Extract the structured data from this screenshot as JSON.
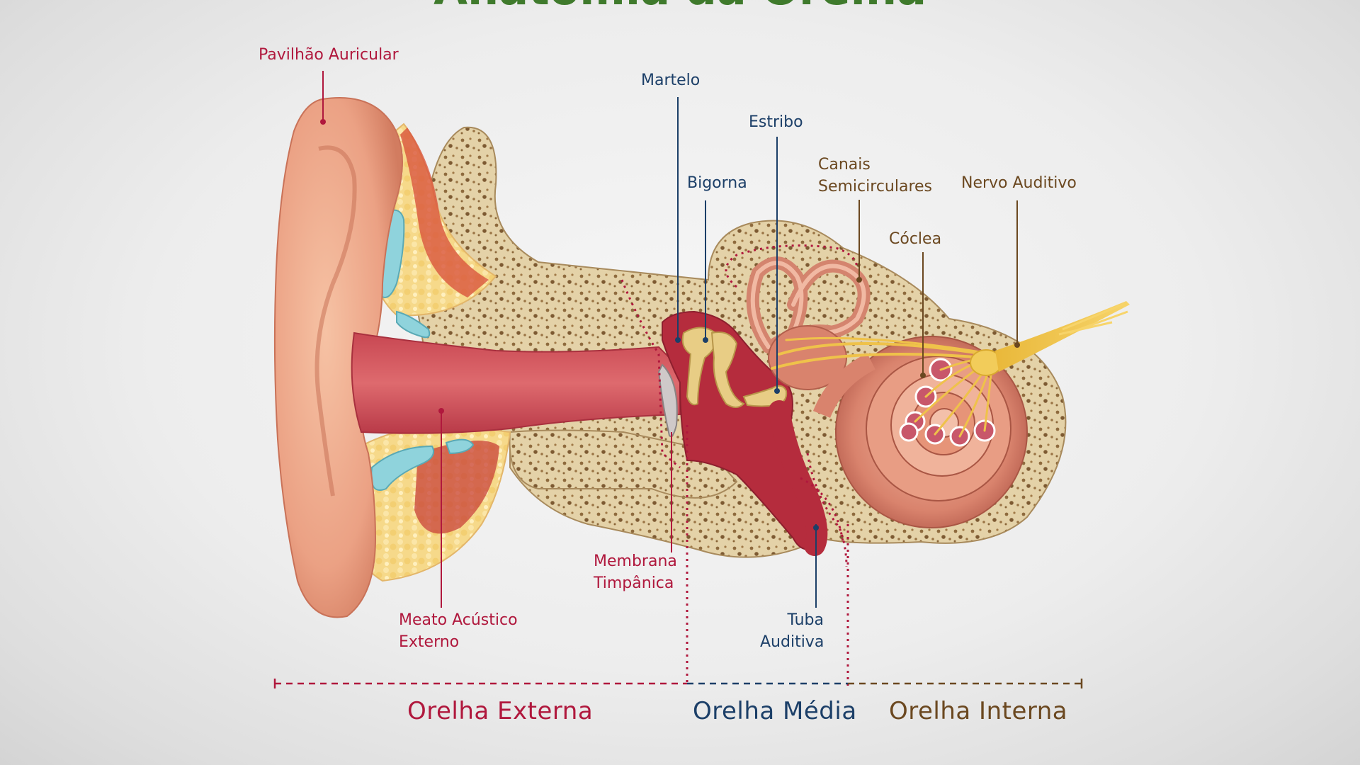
{
  "title": "Anatomia da Orelha",
  "colors": {
    "external": "#b0183d",
    "middle": "#1c3f68",
    "internal": "#6b4820"
  },
  "labels": {
    "pavilhao": "Pavilhão Auricular",
    "martelo": "Martelo",
    "estribo": "Estribo",
    "bigorna": "Bigorna",
    "canais": [
      "Canais",
      "Semicirculares"
    ],
    "nervo": "Nervo Auditivo",
    "coclea": "Cóclea",
    "membrana": [
      "Membrana",
      "Timpânica"
    ],
    "meato": [
      "Meato Acústico",
      "Externo"
    ],
    "tuba": [
      "Tuba",
      "Auditiva"
    ]
  },
  "sections": {
    "externa": "Orelha Externa",
    "media": "Orelha Média",
    "interna": "Orelha Interna"
  }
}
